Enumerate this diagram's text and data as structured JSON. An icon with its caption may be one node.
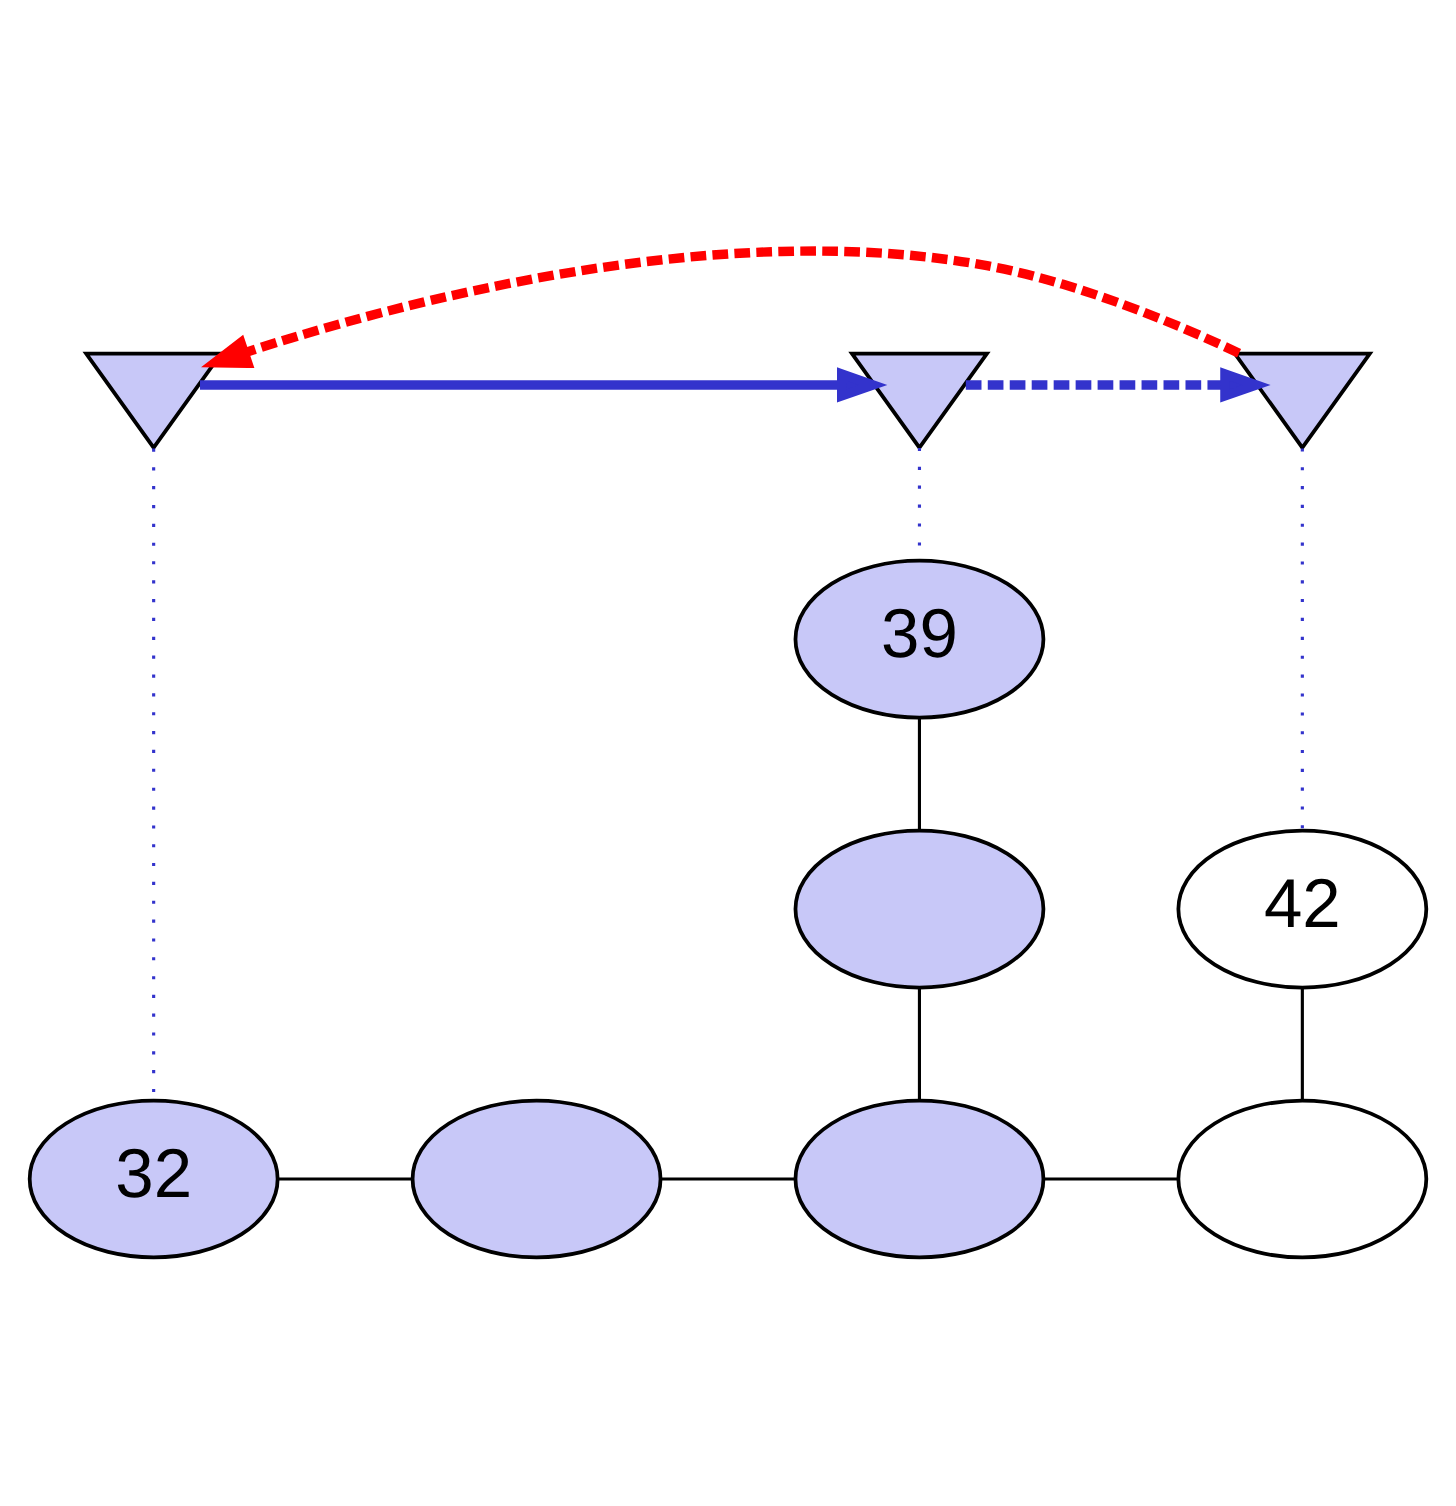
{
  "diagram": {
    "nodes": [
      {
        "text": [],
        "shape": "triangle"
      },
      {
        "text": [],
        "shape": "triangle"
      },
      {
        "text": [],
        "shape": "triangle"
      },
      {
        "text": [
          "39"
        ]
      },
      {
        "text": [],
        "shape": "ellipse"
      },
      {
        "text": [
          "42"
        ]
      },
      {
        "text": [
          "32"
        ]
      },
      {
        "text": [],
        "shape": "ellipse"
      },
      {
        "text": [],
        "shape": "ellipse"
      },
      {
        "text": [],
        "shape": "ellipse"
      }
    ],
    "edges": [
      {
        "from": 2,
        "to": 0,
        "arrow": "to",
        "style": "dashed",
        "color": "#ff0000"
      },
      {
        "from": 0,
        "to": 1,
        "arrow": "to",
        "style": "thick",
        "color": "#3333cc"
      },
      {
        "from": 1,
        "to": 2,
        "arrow": "to",
        "style": "dashed",
        "color": "#3333cc"
      },
      {
        "from": 0,
        "to": 6,
        "arrow": "none",
        "style": "dashed",
        "color": "#3333cc"
      },
      {
        "from": 1,
        "to": 3,
        "arrow": "none",
        "style": "dashed",
        "color": "#3333cc"
      },
      {
        "from": 2,
        "to": 5,
        "arrow": "none",
        "style": "dashed",
        "color": "#3333cc"
      },
      {
        "from": 3,
        "to": 4,
        "arrow": "none"
      },
      {
        "from": 4,
        "to": 8,
        "arrow": "none"
      },
      {
        "from": 6,
        "to": 7,
        "arrow": "none"
      },
      {
        "from": 7,
        "to": 8,
        "arrow": "none"
      },
      {
        "from": 8,
        "to": 9,
        "arrow": "none"
      },
      {
        "from": 9,
        "to": 5,
        "arrow": "none"
      }
    ]
  }
}
